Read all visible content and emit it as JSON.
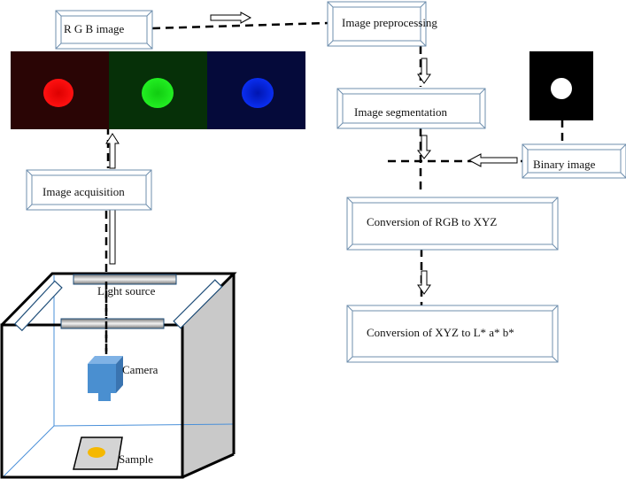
{
  "boxes": {
    "rgb_image": "R G B image",
    "image_acquisition": "Image acquisition",
    "image_preprocessing": "Image preprocessing",
    "image_segmentation": "Image segmentation",
    "binary_image": "Binary image",
    "rgb_to_xyz": "Conversion of RGB to XYZ",
    "xyz_to_lab": "Conversion of XYZ to L* a* b*"
  },
  "labels": {
    "light_source": "Light source",
    "camera": "Camera",
    "sample": "Sample"
  },
  "colors": {
    "box_border": "#6f8fae",
    "camera": "#4a8fd0",
    "light_bar": "#8c8c8c",
    "sample_dot": "#f5b800",
    "chamber_side": "#c9c9c9",
    "red_channel_bg": "#2a0505",
    "green_channel_bg": "#063008",
    "blue_channel_bg": "#050a3a"
  }
}
